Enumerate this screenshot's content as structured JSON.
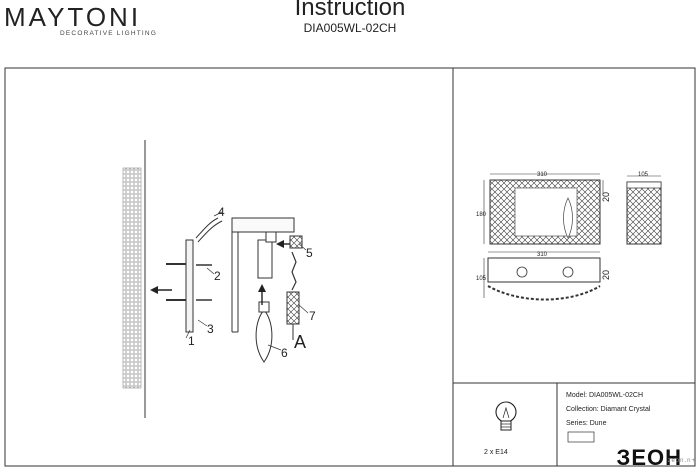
{
  "brand": {
    "name": "MAYTONI",
    "tagline": "DECORATIVE LIGHTING"
  },
  "header": {
    "title": "Instruction",
    "model_code": "DIA005WL-02CH"
  },
  "assembly": {
    "callouts": [
      "1",
      "2",
      "3",
      "4",
      "5",
      "6",
      "7",
      "A"
    ]
  },
  "dimensions": {
    "width": "310",
    "depth": "105",
    "height": "180",
    "small": "20",
    "width_bottom": "310",
    "depth_bottom": "105",
    "small_bottom": "20"
  },
  "specs": {
    "bulb": "2 x E14",
    "model": "Model: DIA005WL-02CH",
    "collection": "Collection: Diamant Crystal",
    "series": "Series: Dune"
  },
  "watermark": {
    "main": "ЗЕОН",
    "sub": "zeon.n+"
  }
}
